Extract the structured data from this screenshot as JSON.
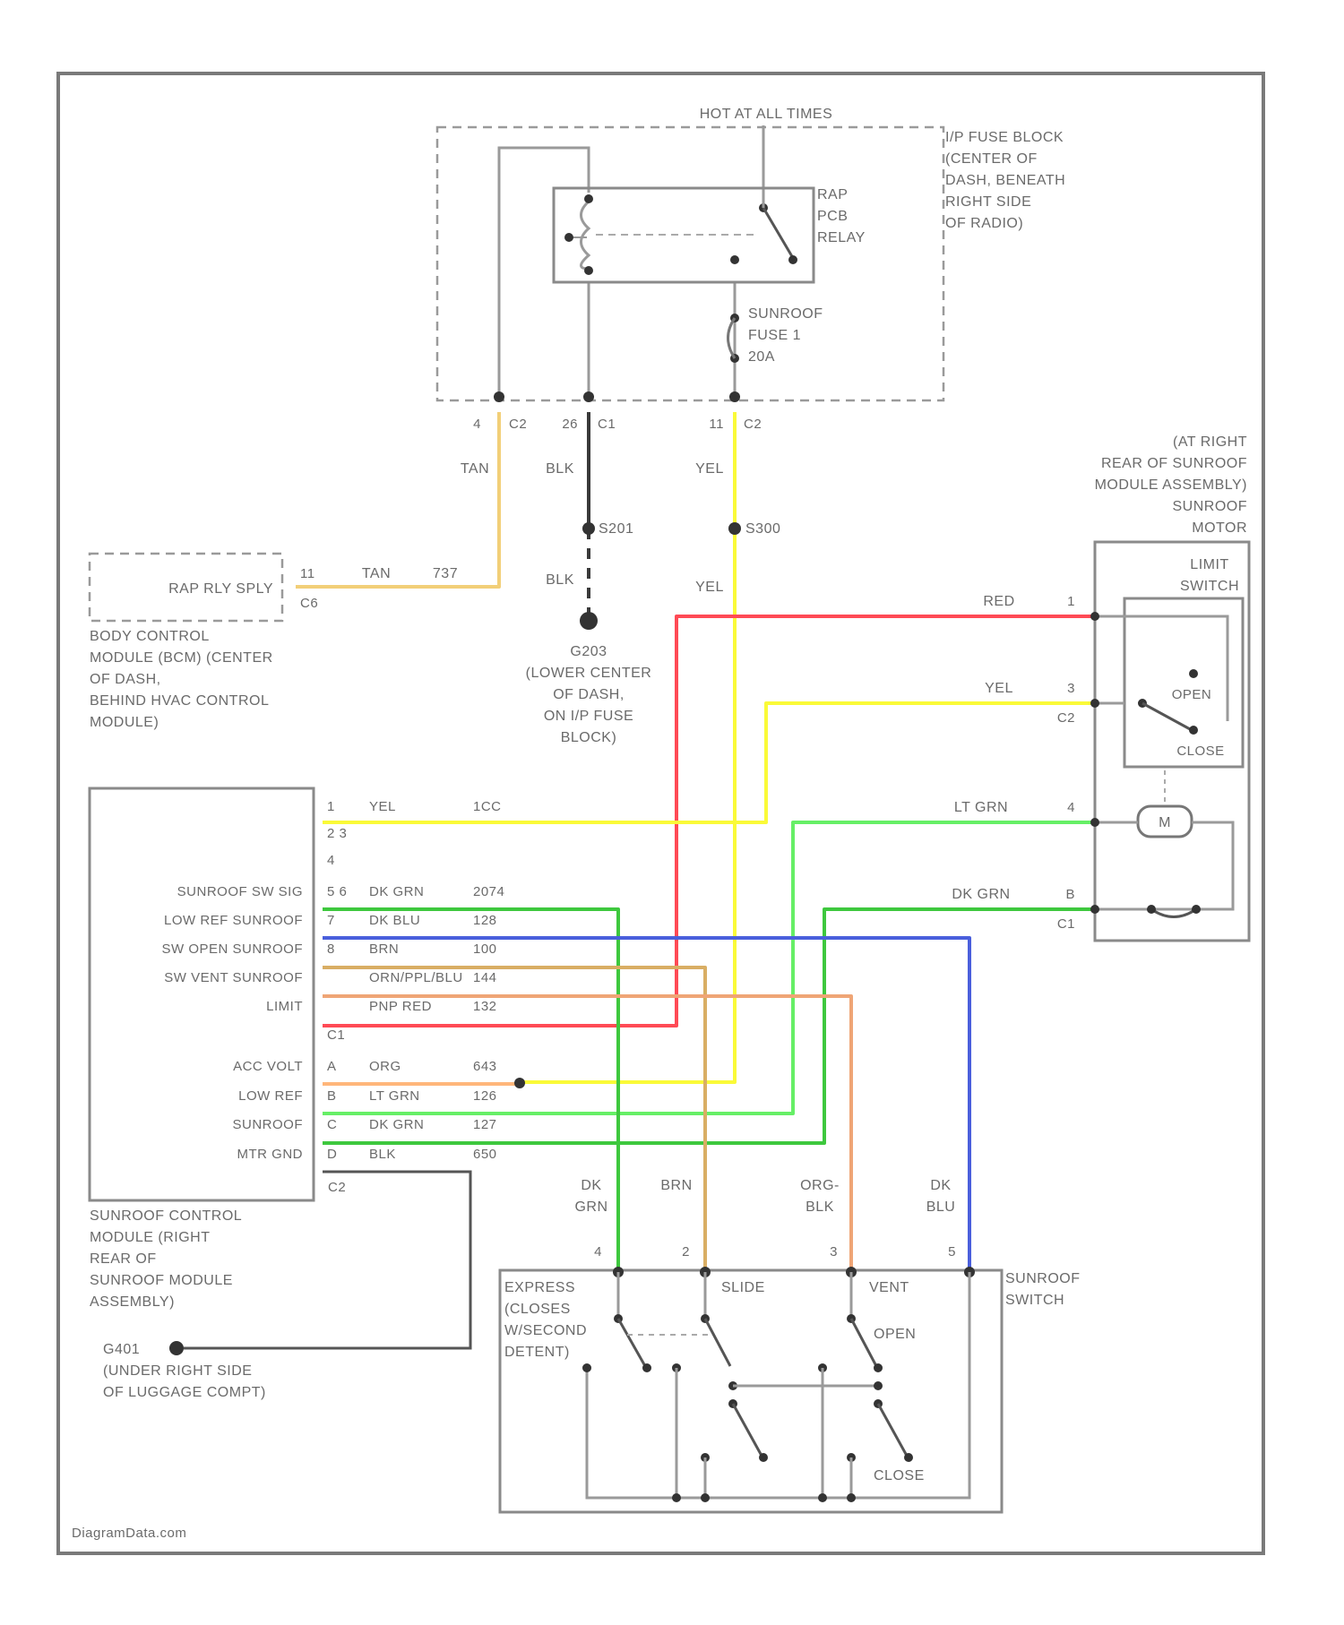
{
  "colors": {
    "tan": "#f2cf78",
    "blk": "#3a3a3a",
    "yel": "#fafa38",
    "red": "#ff4a55",
    "lt_grn": "#66ef66",
    "dk_grn": "#3ec83e",
    "dk_blu": "#4a5fdc",
    "brn": "#d9ae64",
    "org_blu": "#efa576",
    "org": "#ffb67a",
    "ppl_red": "#ff4f8a"
  },
  "hot_at_all_times": "HOT AT ALL TIMES",
  "fuse_block": {
    "label": [
      "I/P FUSE BLOCK",
      "(CENTER OF",
      "DASH, BENEATH",
      "RIGHT SIDE",
      "OF RADIO)"
    ],
    "relay_label": [
      "RAP",
      "PCB",
      "RELAY"
    ],
    "fuse_label": [
      "SUNROOF",
      "FUSE 1",
      "20A"
    ],
    "pins": {
      "p4": "4",
      "c2a": "C2",
      "p26": "26",
      "c1": "C1",
      "p11": "11",
      "c2b": "C2"
    }
  },
  "wire_labels": {
    "tan1": "TAN",
    "blk1": "BLK",
    "yel1": "YEL",
    "tan2": "TAN",
    "ckt_tan": "737",
    "blk2": "BLK",
    "yel2": "YEL",
    "s201": "S201",
    "s300": "S300"
  },
  "bcm": {
    "connector": "RAP RLY SPLY",
    "pin": "11",
    "conn": "C6",
    "label": [
      "BODY CONTROL",
      "MODULE (BCM) (CENTER",
      "OF DASH,",
      "BEHIND HVAC CONTROL",
      "MODULE)"
    ]
  },
  "g203": {
    "label": [
      "G203",
      "(LOWER CENTER",
      "OF DASH,",
      "ON I/P FUSE",
      "BLOCK)"
    ]
  },
  "motor": {
    "label": [
      "(AT RIGHT",
      "REAR OF SUNROOF",
      "MODULE ASSEMBLY)",
      "SUNROOF",
      "MOTOR"
    ],
    "limit_switch": [
      "LIMIT",
      "SWITCH"
    ],
    "open": "OPEN",
    "close": "CLOSE",
    "motor_symbol": "M",
    "pins": [
      {
        "wire": "RED",
        "pin": "1",
        "conn": ""
      },
      {
        "wire": "YEL",
        "pin": "3",
        "conn": "C2"
      },
      {
        "wire": "LT GRN",
        "pin": "4",
        "conn": ""
      },
      {
        "wire": "DK GRN",
        "pin": "B",
        "conn": "C1"
      }
    ]
  },
  "control_module": {
    "label": [
      "SUNROOF CONTROL",
      "MODULE (RIGHT",
      "REAR OF",
      "SUNROOF MODULE",
      "ASSEMBLY)"
    ],
    "rows": [
      {
        "name": "",
        "pin": "1",
        "wire": "YEL",
        "ckt": "1CC"
      },
      {
        "name": "",
        "pin": "2 3",
        "wire": "",
        "ckt": ""
      },
      {
        "name": "",
        "pin": "4",
        "wire": "",
        "ckt": ""
      },
      {
        "name": "SUNROOF SW SIG",
        "pin": "5 6",
        "wire": "DK GRN",
        "ckt": "2074"
      },
      {
        "name": "LOW REF SUNROOF",
        "pin": "7",
        "wire": "DK BLU",
        "ckt": "128"
      },
      {
        "name": "SW OPEN SUNROOF",
        "pin": "8",
        "wire": "BRN",
        "ckt": "100"
      },
      {
        "name": "SW VENT SUNROOF",
        "pin": "",
        "wire": "ORN/PPL/BLU",
        "ckt": "144"
      },
      {
        "name": "LIMIT",
        "pin": "",
        "wire": "PNP RED",
        "ckt": "132"
      },
      {
        "name": "",
        "pin": "C1",
        "wire": "",
        "ckt": ""
      },
      {
        "name": "ACC VOLT",
        "pin": "A",
        "wire": "ORG",
        "ckt": "643"
      },
      {
        "name": "LOW REF",
        "pin": "B",
        "wire": "LT GRN",
        "ckt": "126"
      },
      {
        "name": "SUNROOF",
        "pin": "C",
        "wire": "DK GRN",
        "ckt": "127"
      },
      {
        "name": "MTR GND",
        "pin": "D",
        "wire": "BLK",
        "ckt": "650"
      }
    ],
    "conn_bottom": "C2"
  },
  "g401": {
    "name": "G401",
    "label": [
      "(UNDER RIGHT SIDE",
      "OF LUGGAGE COMPT)"
    ]
  },
  "switch": {
    "label": [
      "SUNROOF",
      "SWITCH"
    ],
    "sections": {
      "express": [
        "EXPRESS",
        "(CLOSES",
        "W/SECOND",
        "DETENT)"
      ],
      "slide": "SLIDE",
      "vent": "VENT",
      "open": "OPEN",
      "close": "CLOSE"
    },
    "inputs": [
      {
        "wire": [
          "DK",
          "GRN"
        ],
        "pin": "4"
      },
      {
        "wire": [
          "BRN"
        ],
        "pin": "2"
      },
      {
        "wire": [
          "ORG-",
          "BLK"
        ],
        "pin": "3"
      },
      {
        "wire": [
          "DK",
          "BLU"
        ],
        "pin": "5"
      }
    ]
  },
  "watermark": "DiagramData.com"
}
